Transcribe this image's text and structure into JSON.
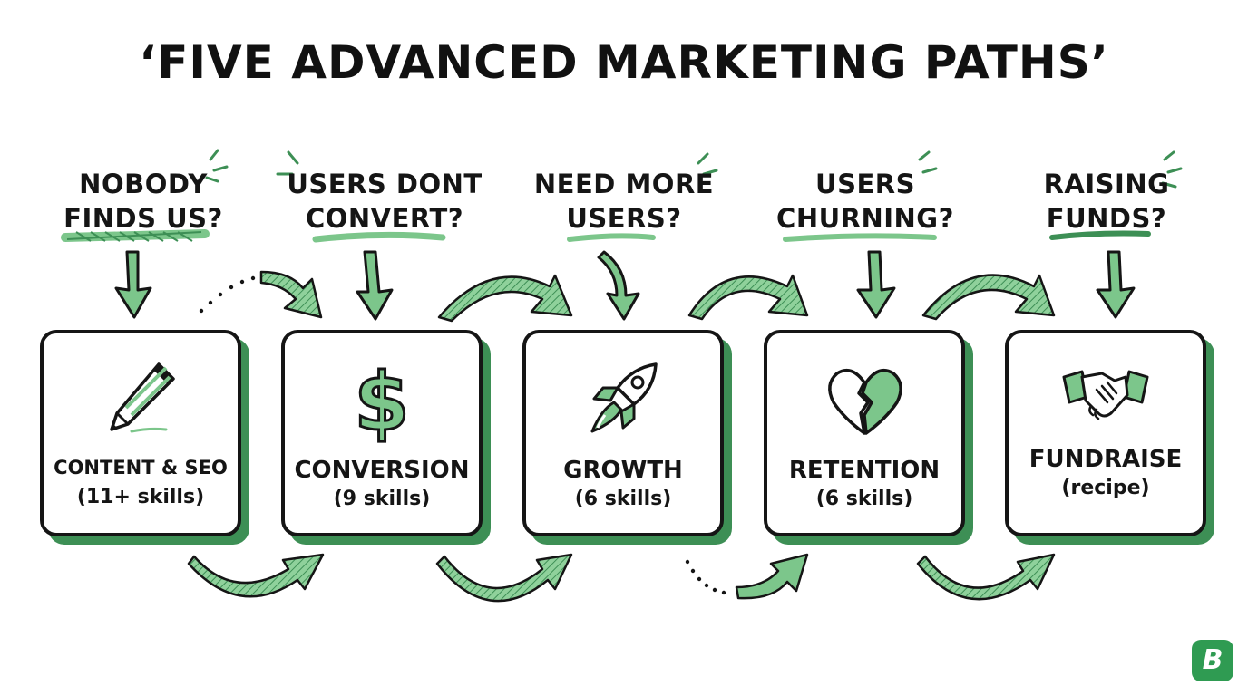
{
  "title": "‘FIVE ADVANCED MARKETING PATHS’",
  "colors": {
    "accent": "#3d8f55",
    "accent_light": "#7cc68b",
    "ink": "#151515"
  },
  "paths": [
    {
      "question_line1": "NOBODY",
      "question_line2": "FINDS US?",
      "label": "CONTENT & SEO",
      "sub": "(11+ skills)",
      "icon": "pencil-icon"
    },
    {
      "question_line1": "USERS DONT",
      "question_line2": "CONVERT?",
      "label": "CONVERSION",
      "sub": "(9 skills)",
      "icon": "dollar-icon"
    },
    {
      "question_line1": "NEED MORE",
      "question_line2": "USERS?",
      "label": "GROWTH",
      "sub": "(6 skills)",
      "icon": "rocket-icon"
    },
    {
      "question_line1": "USERS",
      "question_line2": "CHURNING?",
      "label": "RETENTION",
      "sub": "(6 skills)",
      "icon": "broken-heart-icon"
    },
    {
      "question_line1": "RAISING",
      "question_line2": "FUNDS?",
      "label": "FUNDRAISE",
      "sub": "(recipe)",
      "icon": "handshake-icon"
    }
  ],
  "logo": {
    "letter": "B",
    "icon": "brand-logo-icon"
  }
}
